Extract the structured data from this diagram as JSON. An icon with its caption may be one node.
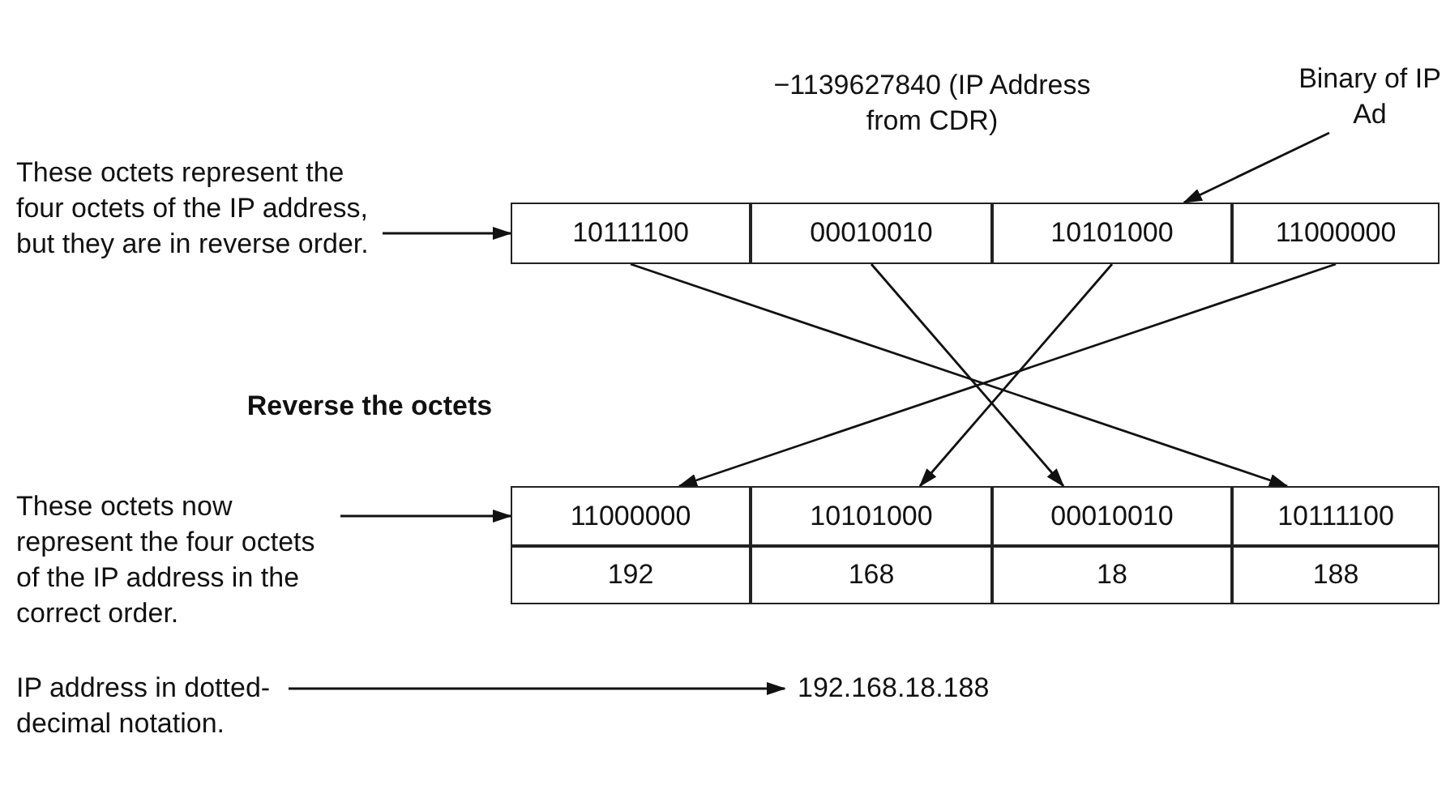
{
  "diagram": {
    "nodes": [
      {
        "text": [
          "These octets represent the four octets of the IP address, but they are in reverse order."
        ]
      },
      {
        "text": [
          "Binary of IP Ad"
        ]
      },
      {
        "text": [
          "10111100"
        ]
      },
      {
        "text": [
          "00010010"
        ]
      },
      {
        "text": [
          "10101000"
        ]
      },
      {
        "text": [
          "11000000"
        ]
      },
      {
        "text": [
          "These octets now represent the four octets of the IP address in the correct order."
        ]
      },
      {
        "text": [
          "11000000"
        ]
      },
      {
        "text": [
          "10101000"
        ]
      },
      {
        "text": [
          "00010010"
        ]
      },
      {
        "text": [
          "10111100"
        ]
      },
      {
        "text": [
          "192"
        ]
      },
      {
        "text": [
          "168"
        ]
      },
      {
        "text": [
          "18"
        ]
      },
      {
        "text": [
          "188"
        ]
      },
      {
        "text": [
          "IP address in dotted-decimal notation."
        ]
      },
      {
        "text": [
          "192.168.18.188"
        ]
      }
    ],
    "edges": [
      {
        "from": 0,
        "to": 2,
        "arrow": "to"
      },
      {
        "from": 1,
        "to": 4,
        "arrow": "to"
      },
      {
        "from": 2,
        "to": 10,
        "arrow": "to"
      },
      {
        "from": 3,
        "to": 9,
        "arrow": "to"
      },
      {
        "from": 4,
        "to": 8,
        "arrow": "to"
      },
      {
        "from": 5,
        "to": 7,
        "arrow": "to"
      },
      {
        "from": 6,
        "to": 7,
        "arrow": "to"
      },
      {
        "from": 15,
        "to": 16,
        "arrow": "to"
      }
    ],
    "labels": [
      "−1139627840 (IP Address from CDR)",
      "Reverse the octets"
    ]
  }
}
